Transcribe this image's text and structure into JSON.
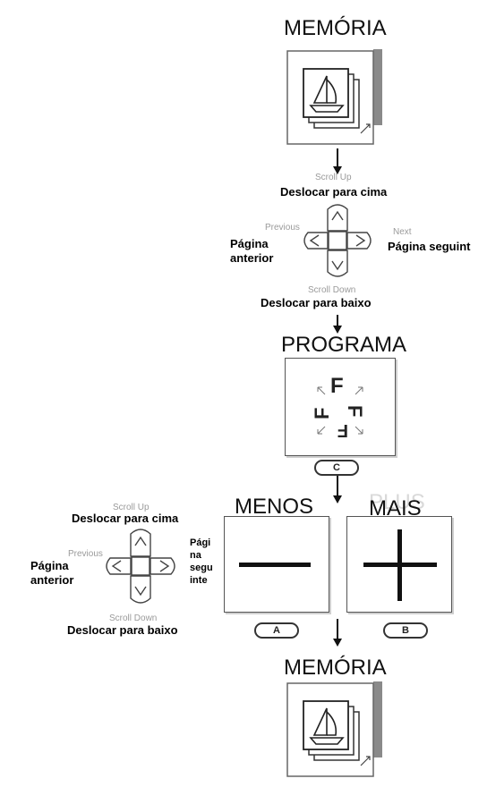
{
  "memory_top": {
    "title": "MEMÓRIA"
  },
  "nav_top": {
    "scroll_up_en": "Scroll Up",
    "scroll_up": "Deslocar para cima",
    "previous_en": "Previous",
    "next_en": "Next",
    "previous": "Página anterior",
    "next": "Página seguint",
    "scroll_down_en": "Scroll Down",
    "scroll_down": "Deslocar para baixo"
  },
  "program": {
    "title": "PROGRAMA",
    "key_label": "C",
    "ghost_title": "PROGRAM"
  },
  "nav_left": {
    "scroll_up_en": "Scroll Up",
    "scroll_up": "Deslocar para cima",
    "previous_en": "Previous",
    "previous": "Página anterior",
    "next": "Pági na segu inte",
    "scroll_down_en": "Scroll Down",
    "scroll_down": "Deslocar para baixo"
  },
  "minus": {
    "title": "MENOS",
    "key_label": "A"
  },
  "plus": {
    "title": "MAIS",
    "ghost_title": "PLUS",
    "key_label": "B"
  },
  "memory_bottom": {
    "title": "MEMÓRIA"
  },
  "icons": [
    "document-stack-icon",
    "sailboat-icon",
    "arrow-down-icon",
    "dpad-icon",
    "rotating-f-icon",
    "minus-icon",
    "plus-icon"
  ]
}
